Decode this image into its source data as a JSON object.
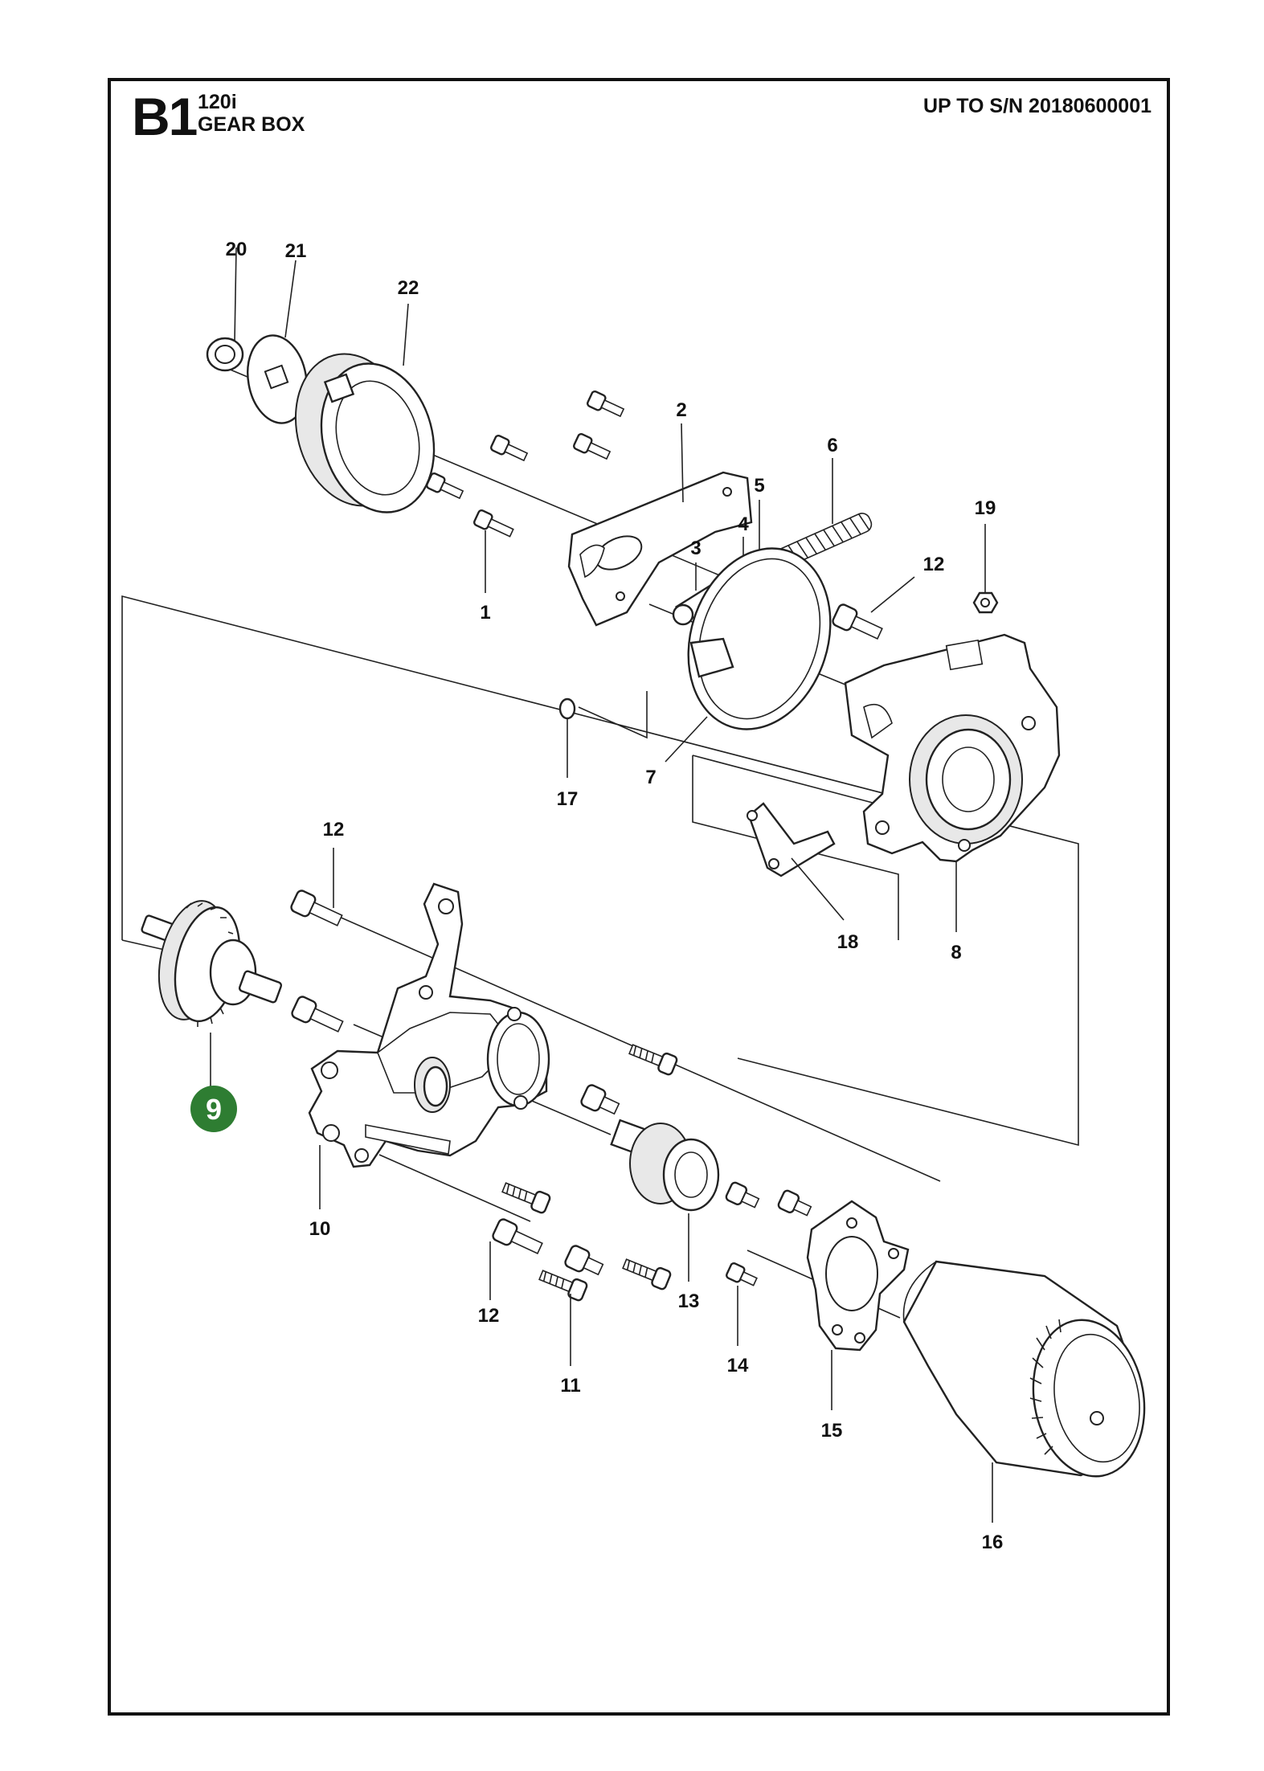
{
  "header": {
    "section_code": "B1",
    "model": "120i",
    "group_name": "GEAR BOX",
    "serial_note": "UP TO S/N 20180600001"
  },
  "callouts": {
    "c1": "1",
    "c2": "2",
    "c3": "3",
    "c4": "4",
    "c5": "5",
    "c6": "6",
    "c7": "7",
    "c8": "8",
    "c9": "9",
    "c10": "10",
    "c11": "11",
    "c12a": "12",
    "c12b": "12",
    "c12c": "12",
    "c13": "13",
    "c14": "14",
    "c15": "15",
    "c16": "16",
    "c17": "17",
    "c18": "18",
    "c19": "19",
    "c20": "20",
    "c21": "21",
    "c22": "22"
  },
  "colors": {
    "highlight_badge": "#2e7d32",
    "line": "#222222",
    "frame": "#111111"
  }
}
